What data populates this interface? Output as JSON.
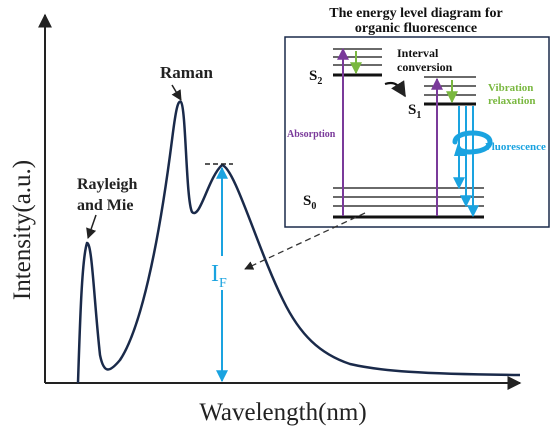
{
  "axes": {
    "x_label": "Wavelength(nm)",
    "y_label": "Intensity(a.u.)"
  },
  "annotations": {
    "raman": "Raman",
    "rayleigh_line1": "Rayleigh",
    "rayleigh_line2": "and Mie",
    "if_main": "I",
    "if_sub": "F"
  },
  "inset": {
    "title_line1": "The energy level diagram for",
    "title_line2": "organic fluorescence",
    "s2_main": "S",
    "s2_sub": "2",
    "s1_main": "S",
    "s1_sub": "1",
    "s0_main": "S",
    "s0_sub": "0",
    "interval_line1": "Interval",
    "interval_line2": "conversion",
    "vibration_line1": "Vibration",
    "vibration_line2": "relaxation",
    "absorption": "Absorption",
    "fluorescence": "Fluorescence"
  },
  "colors": {
    "curve": "#1a2a4a",
    "if_arrow": "#1aa3e0",
    "absorption": "#7a3a9a",
    "vibration": "#7ab840",
    "fluorescence": "#1aa3e0",
    "axes": "#222222"
  }
}
